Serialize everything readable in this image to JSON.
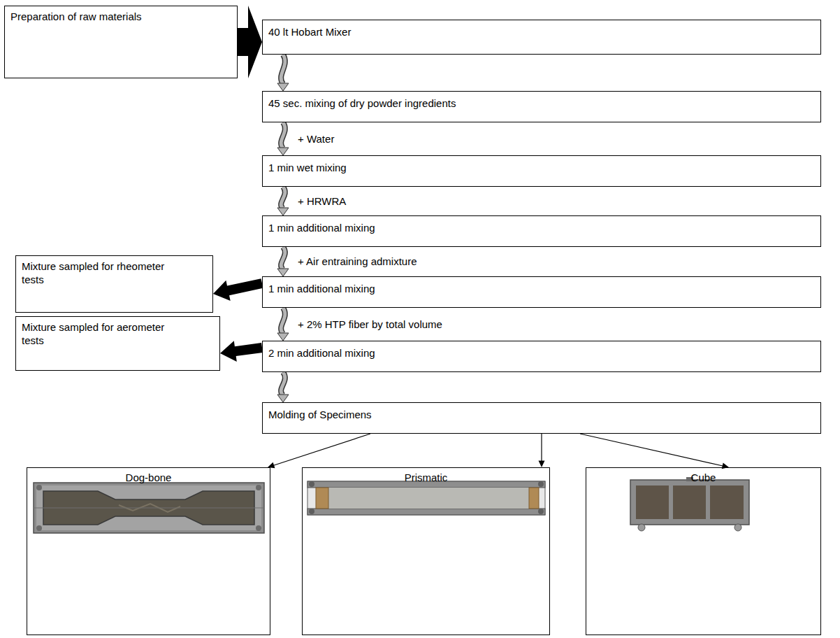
{
  "diagram": {
    "nodes": [
      {
        "text": [
          "Preparation of raw materials"
        ]
      },
      {
        "text": [
          "40 lt Hobart Mixer"
        ]
      },
      {
        "text": [
          "45 sec. mixing of dry powder ingredients"
        ]
      },
      {
        "text": [
          "1 min wet mixing"
        ]
      },
      {
        "text": [
          "1 min additional mixing"
        ]
      },
      {
        "text": [
          "1 min additional mixing"
        ]
      },
      {
        "text": [
          "Mixture sampled for rheometer tests"
        ]
      },
      {
        "text": [
          "2 min additional mixing"
        ]
      },
      {
        "text": [
          "Mixture sampled for aerometer tests"
        ]
      },
      {
        "text": [
          "Molding of Specimens"
        ]
      },
      {
        "text": [
          "Dog-bone"
        ]
      },
      {
        "text": [
          "Prismatic"
        ]
      },
      {
        "text": [
          "Cube"
        ]
      }
    ],
    "edges": [
      {
        "from": 0,
        "to": 1,
        "arrow": "to"
      },
      {
        "from": 1,
        "to": 2,
        "arrow": "to"
      },
      {
        "from": 2,
        "to": 3,
        "label": "+ Water",
        "arrow": "to"
      },
      {
        "from": 3,
        "to": 4,
        "label": "+ HRWRA",
        "arrow": "to"
      },
      {
        "from": 4,
        "to": 5,
        "label": "+ Air entraining admixture",
        "arrow": "to"
      },
      {
        "from": 5,
        "to": 6,
        "arrow": "to"
      },
      {
        "from": 5,
        "to": 7,
        "label": "+ 2% HTP fiber by total volume",
        "arrow": "to"
      },
      {
        "from": 7,
        "to": 8,
        "arrow": "to"
      },
      {
        "from": 7,
        "to": 9,
        "arrow": "to"
      },
      {
        "from": 9,
        "to": 10,
        "arrow": "to"
      },
      {
        "from": 9,
        "to": 11,
        "arrow": "to"
      },
      {
        "from": 9,
        "to": 12,
        "arrow": "to"
      }
    ]
  }
}
